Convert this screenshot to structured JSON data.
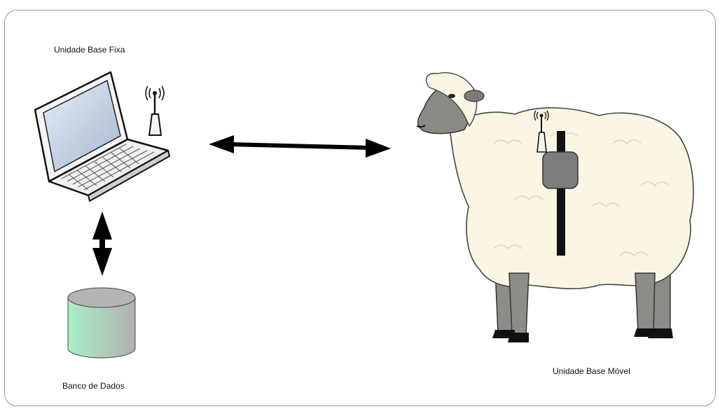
{
  "labels": {
    "fixed_base": "Unidade Base Fixa",
    "database": "Banco de Dados",
    "mobile_base": "Unidade Base Móvel"
  },
  "colors": {
    "frame": "#9a9a9a",
    "laptop_screen": "#c8d4e4",
    "database_gradient_left": "#a8f0c8",
    "database_gradient_right": "#b0b0b0",
    "sheep_wool": "#fbf6e4",
    "sheep_face": "#8a8a84",
    "device": "#7d7d7d",
    "strap": "#111111"
  }
}
